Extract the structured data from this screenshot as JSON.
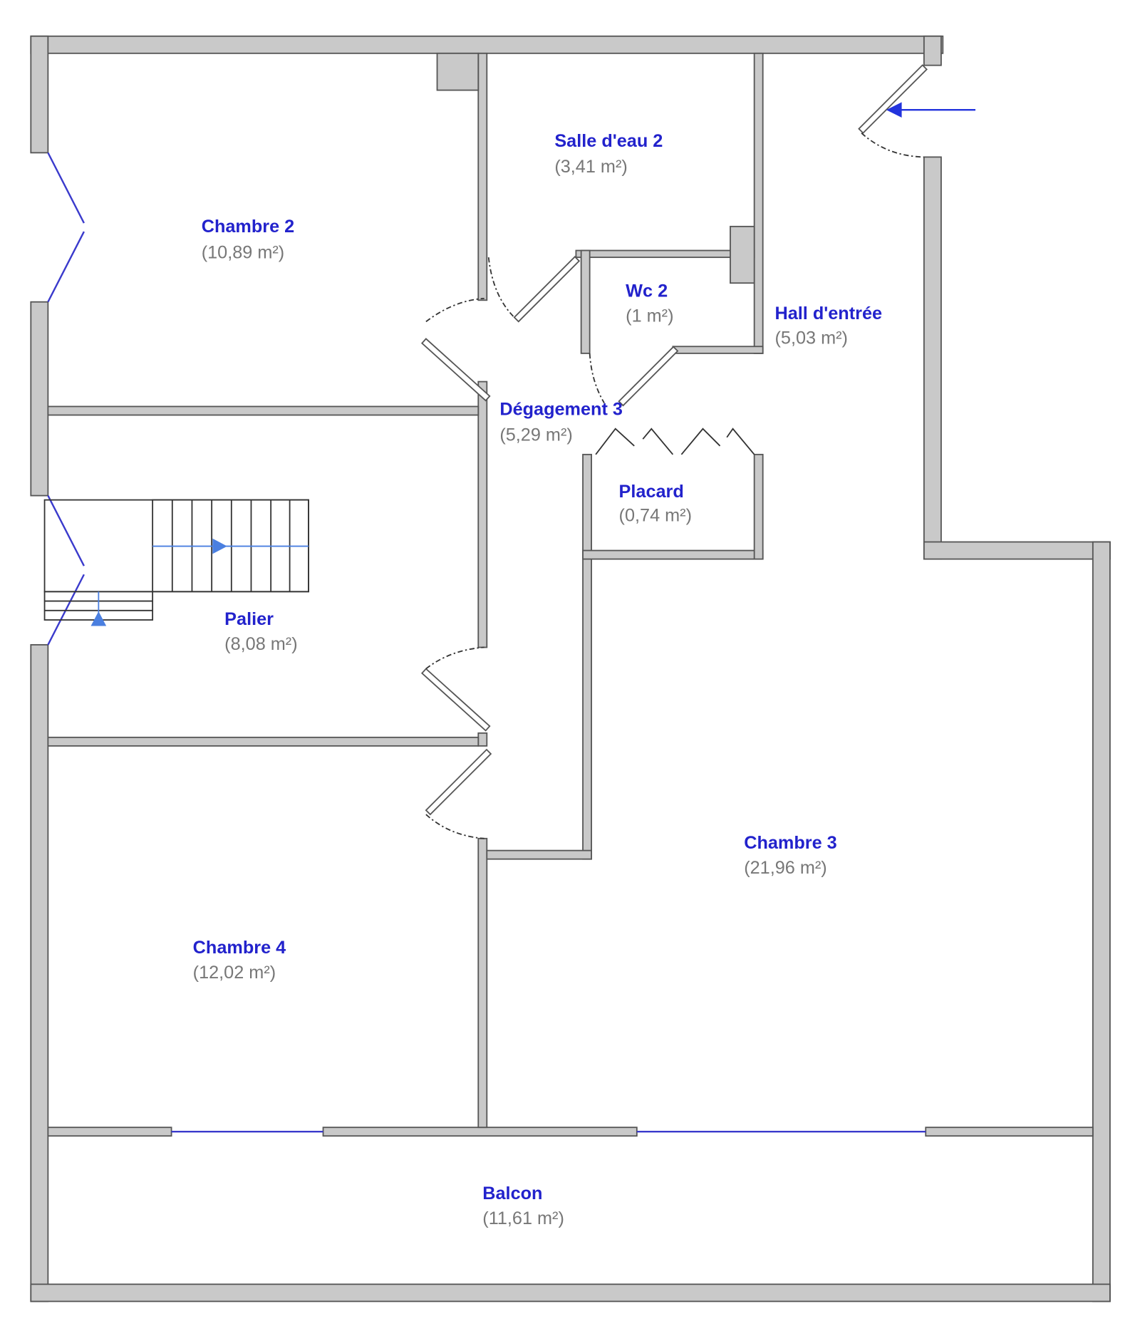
{
  "rooms": [
    {
      "name": "Chambre 2",
      "area": "(10,89 m²)"
    },
    {
      "name": "Salle d'eau 2",
      "area": "(3,41 m²)"
    },
    {
      "name": "Wc 2",
      "area": "(1 m²)"
    },
    {
      "name": "Hall d'entrée",
      "area": "(5,03 m²)"
    },
    {
      "name": "Dégagement 3",
      "area": "(5,29 m²)"
    },
    {
      "name": "Placard",
      "area": "(0,74 m²)"
    },
    {
      "name": "Palier",
      "area": "(8,08 m²)"
    },
    {
      "name": "Chambre 3",
      "area": "(21,96 m²)"
    },
    {
      "name": "Chambre 4",
      "area": "(12,02 m²)"
    },
    {
      "name": "Balcon",
      "area": "(11,61 m²)"
    }
  ],
  "colors": {
    "label": "#2222cc",
    "wall": "#c9c9c9",
    "arrow": "#4a7fe0"
  }
}
